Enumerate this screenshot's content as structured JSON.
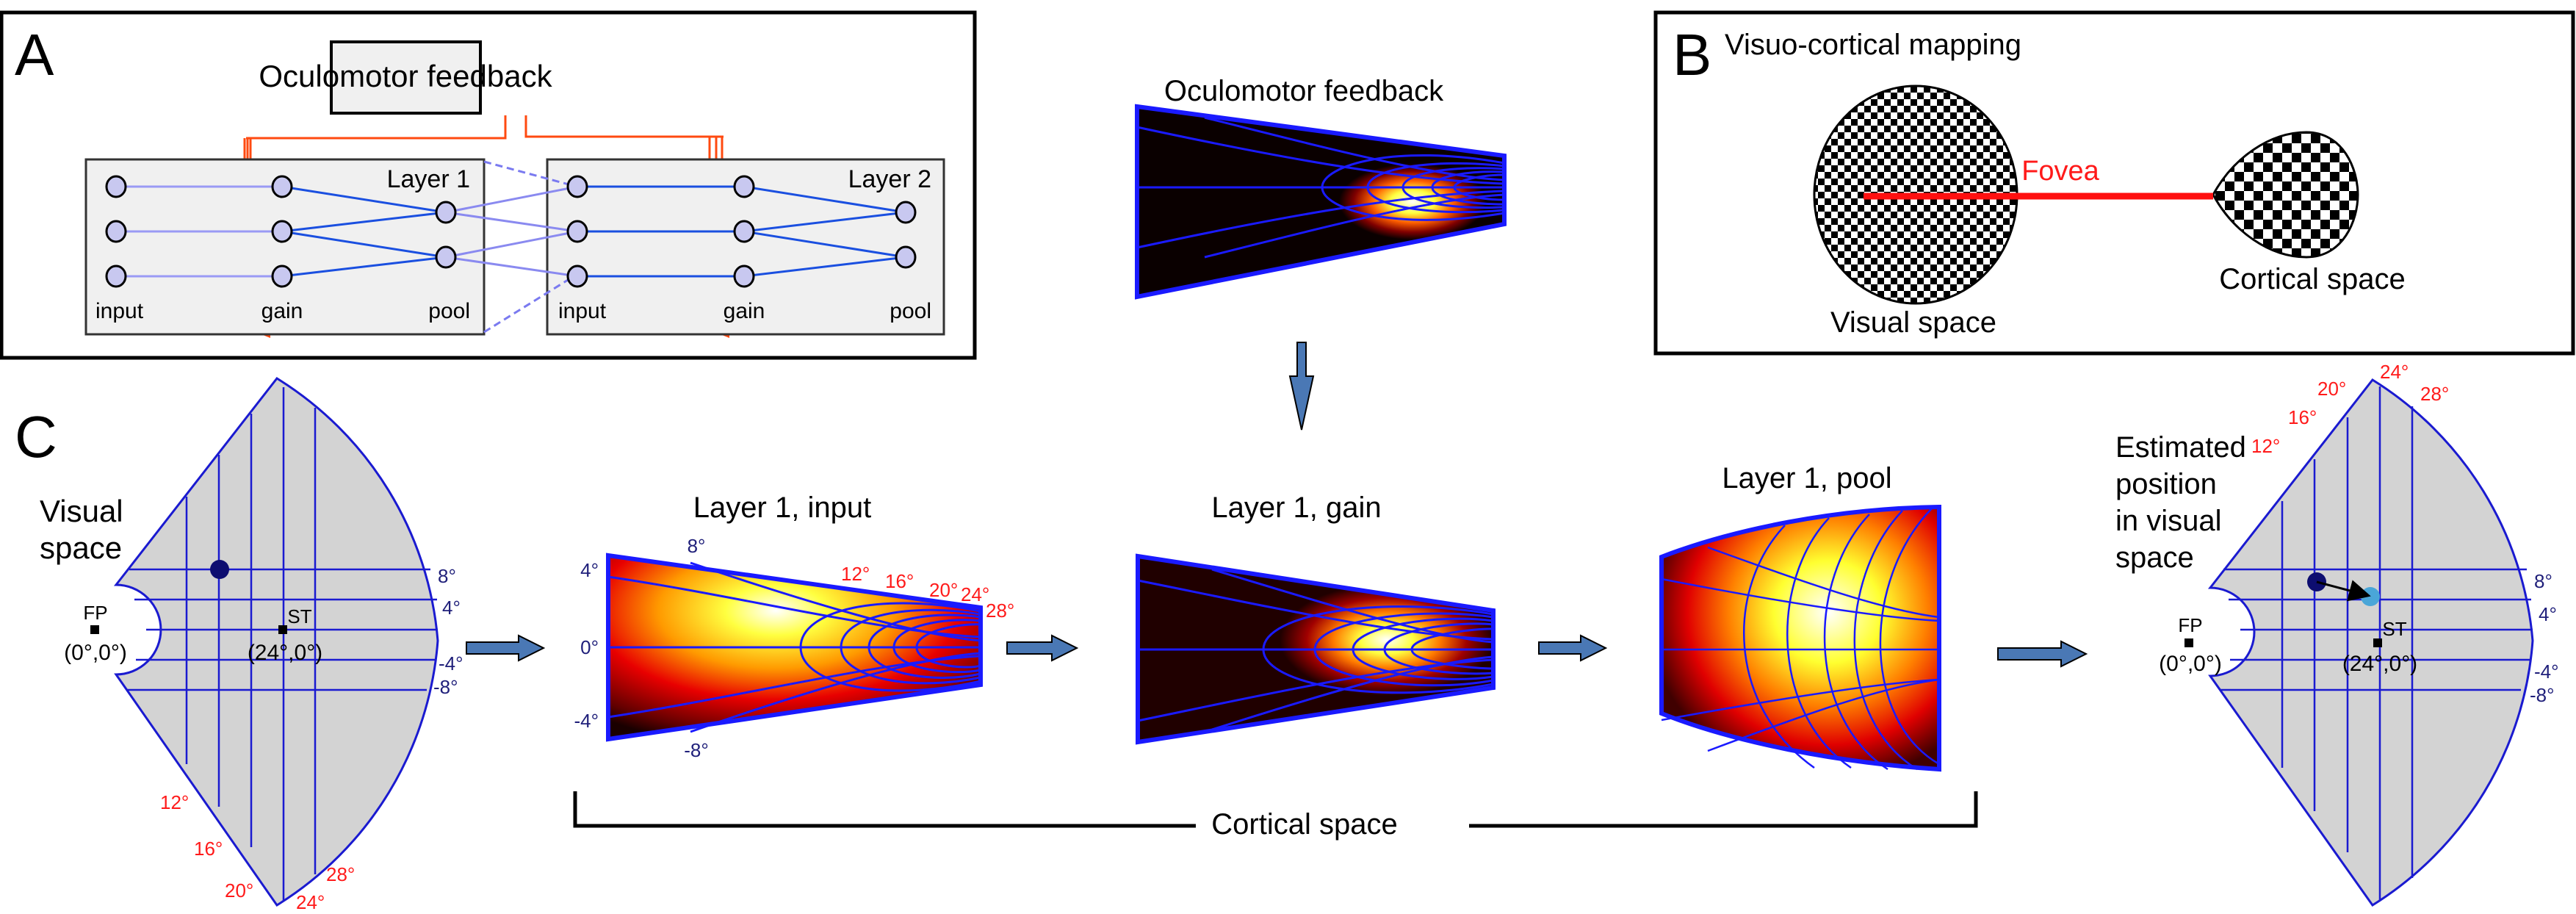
{
  "panel_a": {
    "letter": "A",
    "feedback_box": "Oculomotor feedback",
    "layers": [
      {
        "title": "Layer 1",
        "columns": [
          "input",
          "gain",
          "pool"
        ]
      },
      {
        "title": "Layer 2",
        "columns": [
          "input",
          "gain",
          "pool"
        ]
      }
    ],
    "colors": {
      "feedback": "#ff4a10",
      "connection": "#1a4fe0",
      "node_fill": "#c8c8f0",
      "box_fill": "#f0f0f0"
    }
  },
  "top_center": {
    "title": "Oculomotor feedback"
  },
  "panel_b": {
    "letter": "B",
    "title": "Visuo-cortical mapping",
    "fovea_label": "Fovea",
    "visual_label": "Visual space",
    "cortical_label": "Cortical space",
    "colors": {
      "fovea": "#ff1010"
    }
  },
  "panel_c": {
    "letter": "C",
    "visual_space": {
      "title_line1": "Visual",
      "title_line2": "space",
      "fp_label": "FP",
      "fp_coord": "(0°,0°)",
      "st_label": "ST",
      "st_coord": "(24°,0°)",
      "elevation_ticks": [
        "8°",
        "4°",
        "-4°",
        "-8°"
      ],
      "eccentricity_ticks": [
        "12°",
        "16°",
        "20°",
        "24°",
        "28°"
      ]
    },
    "layer_input": {
      "title": "Layer 1, input",
      "left_ticks": [
        "4°",
        "0°",
        "-4°"
      ],
      "top_tick": "8°",
      "bottom_tick": "-8°",
      "ecc_ticks": [
        "12°",
        "16°",
        "20°",
        "24°",
        "28°"
      ]
    },
    "layer_gain": {
      "title": "Layer 1, gain"
    },
    "layer_pool": {
      "title": "Layer 1, pool"
    },
    "cortical_bracket": "Cortical space",
    "estimated": {
      "title_lines": [
        "Estimated",
        "position",
        "in visual",
        "space"
      ],
      "fp_label": "FP",
      "fp_coord": "(0°,0°)",
      "st_label": "ST",
      "st_coord": "(24°,0°)",
      "elevation_ticks": [
        "8°",
        "4°",
        "-4°",
        "-8°"
      ],
      "eccentricity_ticks": [
        "12°",
        "16°",
        "20°",
        "24°",
        "28°"
      ]
    },
    "colors": {
      "grid": "#1a1ad0",
      "arrow": "#4a78b5",
      "target_dot": "#0d0d70",
      "estimate_dot": "#4aa6d8",
      "sector_fill": "#d3d3d3"
    }
  }
}
